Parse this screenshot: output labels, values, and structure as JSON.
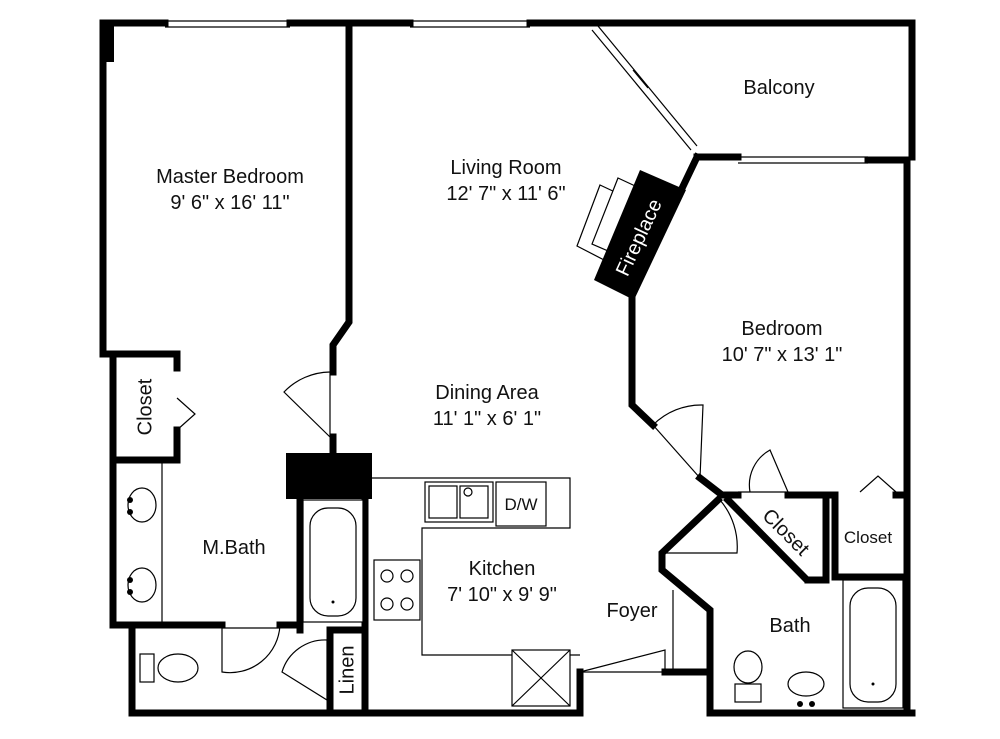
{
  "rooms": {
    "balcony": {
      "name": "Balcony"
    },
    "living_room": {
      "name": "Living Room",
      "size": "12' 7\" x 11' 6\""
    },
    "master_bedroom": {
      "name": "Master Bedroom",
      "size": "9' 6\" x 16' 11\""
    },
    "bedroom": {
      "name": "Bedroom",
      "size": "10' 7\" x 13' 1\""
    },
    "dining_area": {
      "name": "Dining Area",
      "size": "11' 1\" x 6' 1\""
    },
    "kitchen": {
      "name": "Kitchen",
      "size": "7' 10\" x 9' 9\""
    },
    "m_bath": {
      "name": "M.Bath"
    },
    "foyer": {
      "name": "Foyer"
    },
    "bath": {
      "name": "Bath"
    },
    "master_closet": {
      "name": "Closet"
    },
    "bedroom_closet_angled": {
      "name": "Closet"
    },
    "bedroom_closet": {
      "name": "Closet"
    },
    "linen": {
      "name": "Linen"
    }
  },
  "fixtures": {
    "fireplace": "Fireplace",
    "dishwasher": "D/W"
  },
  "colors": {
    "wall": "#000000",
    "background": "#ffffff"
  }
}
